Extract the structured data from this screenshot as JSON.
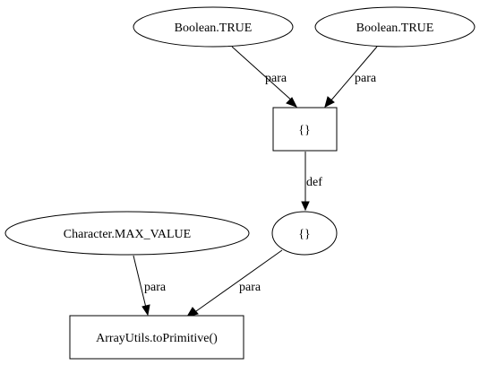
{
  "graph": {
    "nodes": {
      "bool_true_1": {
        "label": "Boolean.TRUE",
        "shape": "ellipse"
      },
      "bool_true_2": {
        "label": "Boolean.TRUE",
        "shape": "ellipse"
      },
      "braces_box": {
        "label": "{}",
        "shape": "box"
      },
      "braces_ellipse": {
        "label": "{}",
        "shape": "ellipse"
      },
      "char_max": {
        "label": "Character.MAX_VALUE",
        "shape": "ellipse"
      },
      "array_utils": {
        "label": "ArrayUtils.toPrimitive()",
        "shape": "box"
      }
    },
    "edges": {
      "e1": {
        "from": "bool_true_1",
        "to": "braces_box",
        "label": "para"
      },
      "e2": {
        "from": "bool_true_2",
        "to": "braces_box",
        "label": "para"
      },
      "e3": {
        "from": "braces_box",
        "to": "braces_ellipse",
        "label": "def"
      },
      "e4": {
        "from": "char_max",
        "to": "array_utils",
        "label": "para"
      },
      "e5": {
        "from": "braces_ellipse",
        "to": "array_utils",
        "label": "para"
      }
    }
  }
}
